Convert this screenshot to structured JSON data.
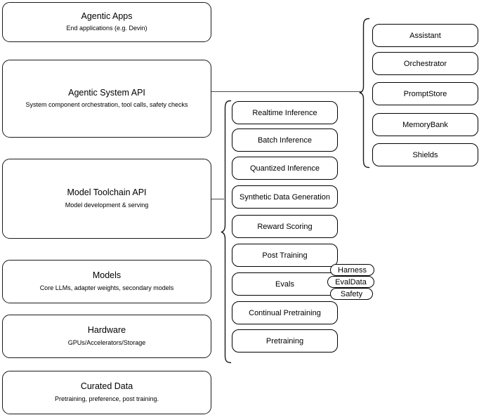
{
  "diagram": {
    "title": "AI stack layered architecture diagram",
    "stroke_color": "#1a1a1a",
    "connector_color": "#4a4a4a",
    "background": "#ffffff"
  },
  "layers": [
    {
      "name": "agentic-apps",
      "title": "Agentic Apps",
      "subtitle": "End applications (e.g. Devin)"
    },
    {
      "name": "agentic-system-api",
      "title": "Agentic System API",
      "subtitle": "System component orchestration, tool calls, safety checks"
    },
    {
      "name": "model-toolchain-api",
      "title": "Model Toolchain API",
      "subtitle": "Model development & serving"
    },
    {
      "name": "models",
      "title": "Models",
      "subtitle": "Core LLMs, adapter weights, secondary models"
    },
    {
      "name": "hardware",
      "title": "Hardware",
      "subtitle": "GPUs/Accelerators/Storage"
    },
    {
      "name": "curated-data",
      "title": "Curated Data",
      "subtitle": "Pretraining, preference, post training."
    }
  ],
  "agentic_components": [
    {
      "name": "assistant",
      "label": "Assistant"
    },
    {
      "name": "orchestrator",
      "label": "Orchestrator"
    },
    {
      "name": "promptstore",
      "label": "PromptStore"
    },
    {
      "name": "memorybank",
      "label": "MemoryBank"
    },
    {
      "name": "shields",
      "label": "Shields"
    }
  ],
  "toolchain_components": [
    {
      "name": "realtime-inference",
      "label": "Realtime Inference"
    },
    {
      "name": "batch-inference",
      "label": "Batch Inference"
    },
    {
      "name": "quantized-inference",
      "label": "Quantized Inference"
    },
    {
      "name": "synthetic-data-generation",
      "label": "Synthetic Data Generation"
    },
    {
      "name": "reward-scoring",
      "label": "Reward Scoring"
    },
    {
      "name": "post-training",
      "label": "Post Training"
    },
    {
      "name": "evals",
      "label": "Evals"
    },
    {
      "name": "continual-pretraining",
      "label": "Continual Pretraining"
    },
    {
      "name": "pretraining",
      "label": "Pretraining"
    }
  ],
  "evals_subcomponents": [
    {
      "name": "harness",
      "label": "Harness"
    },
    {
      "name": "evaldata",
      "label": "EvalData"
    },
    {
      "name": "safety",
      "label": "Safety"
    }
  ]
}
